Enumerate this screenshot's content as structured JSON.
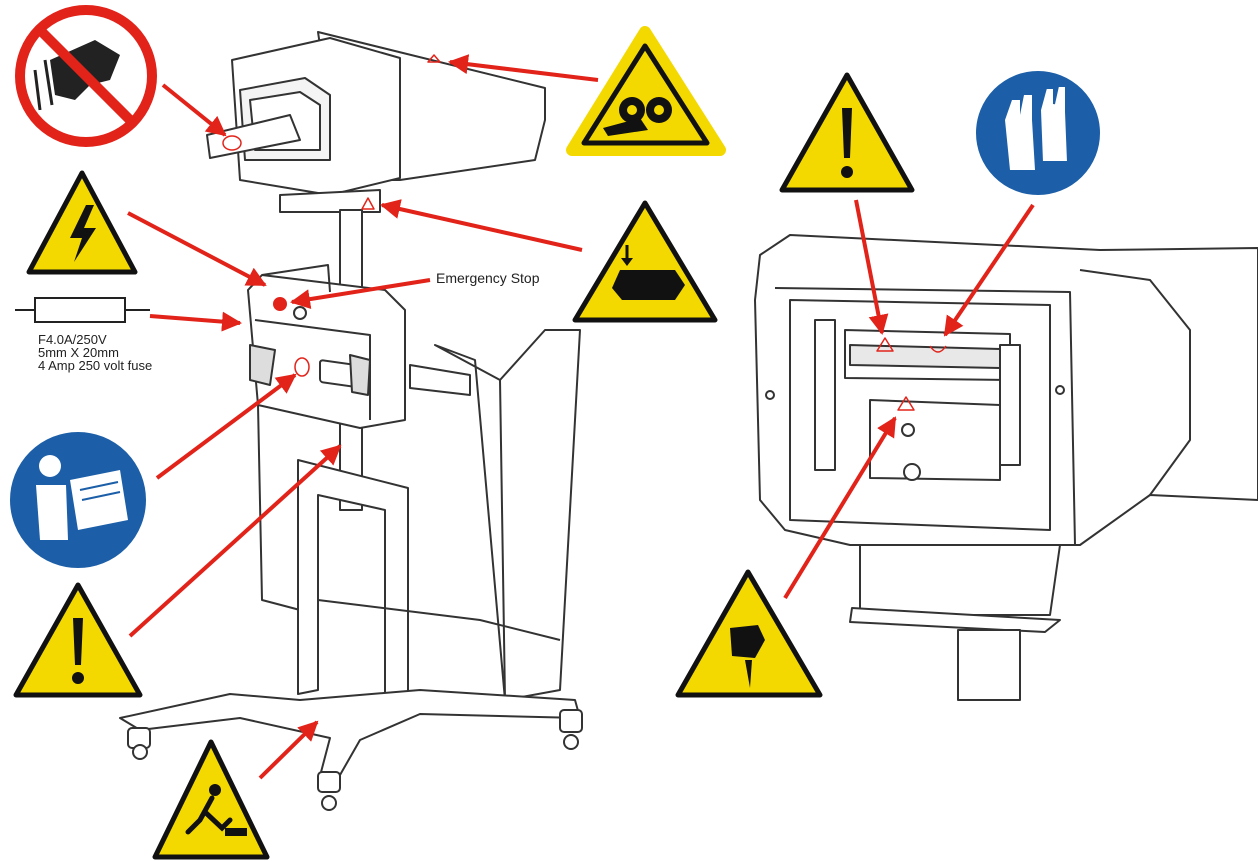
{
  "labels": {
    "emergency_stop": "Emergency Stop",
    "fuse_rating": "F4.0A/250V",
    "fuse_size": "5mm X 20mm",
    "fuse_desc": "4 Amp 250 volt fuse"
  },
  "colors": {
    "warning_yellow": "#f4d900",
    "prohibition_red": "#e2231a",
    "mandatory_blue": "#1c5fa8",
    "arrow_red": "#e2231a",
    "line_art": "#333333"
  },
  "icons": {
    "no_touch": "no-touch-prohibition-icon",
    "entanglement": "gear-entanglement-warning-icon",
    "electrical": "high-voltage-warning-icon",
    "hand_crush": "hand-crush-warning-icon",
    "read_manual": "read-manual-icon",
    "general_warning": "general-warning-icon",
    "trip_hazard": "trip-hazard-warning-icon",
    "gloves": "wear-gloves-icon",
    "cut_hazard": "sharp-element-warning-icon",
    "fuse": "fuse-symbol-icon"
  }
}
